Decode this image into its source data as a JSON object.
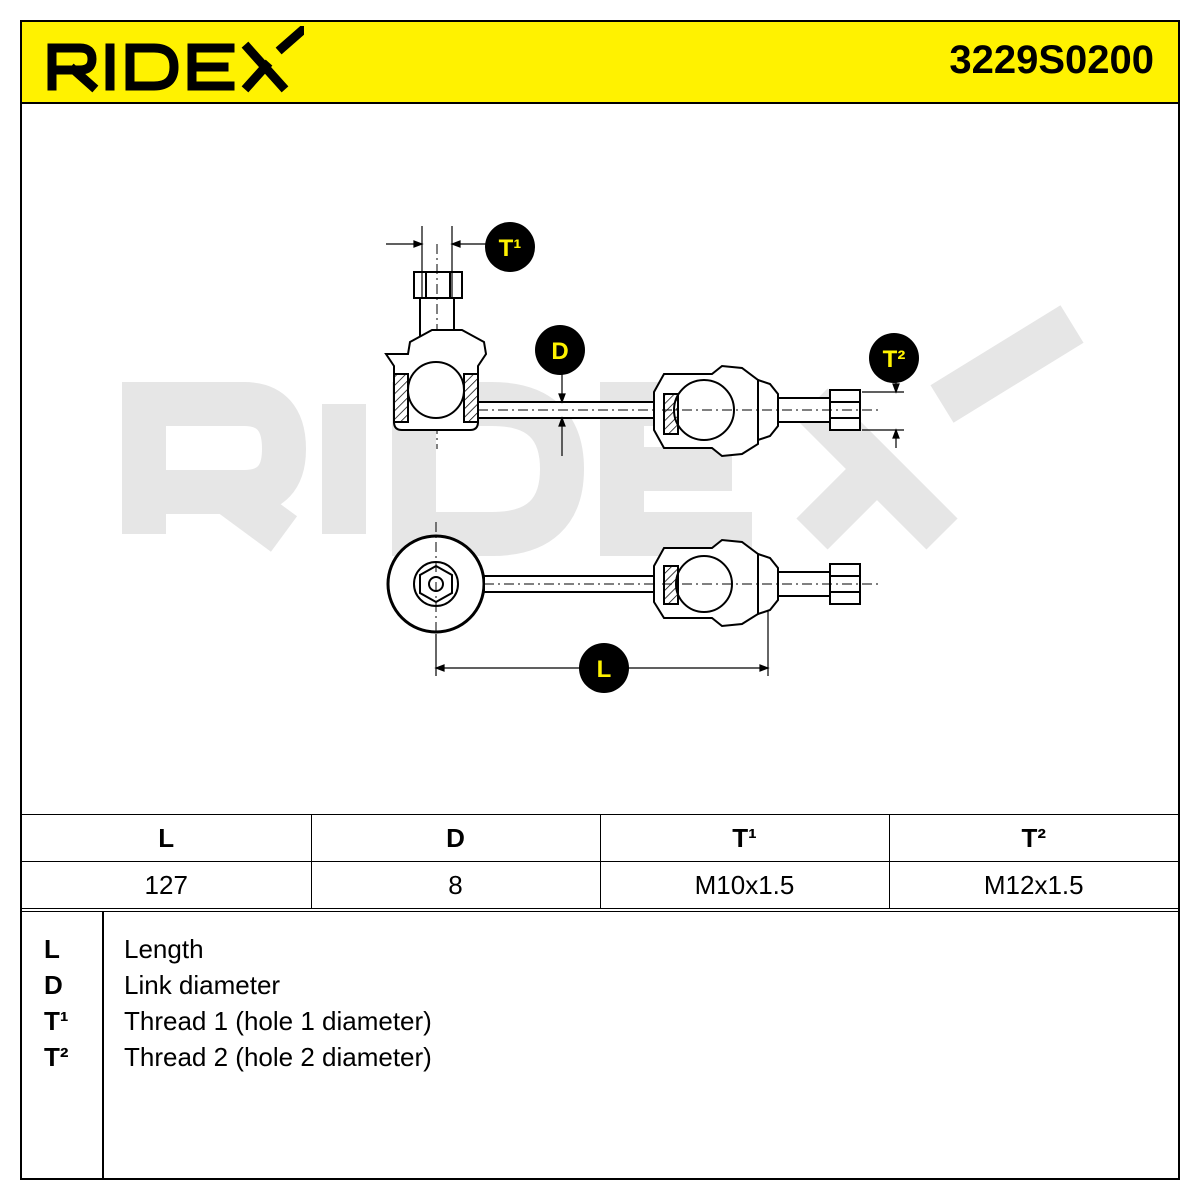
{
  "header": {
    "brand": "RIDEX",
    "part_number": "3229S0200"
  },
  "watermark": "RIDEX",
  "callouts": {
    "t1": "T¹",
    "d": "D",
    "t2": "T²",
    "l": "L"
  },
  "specs": {
    "headers": [
      "L",
      "D",
      "T¹",
      "T²"
    ],
    "values": [
      "127",
      "8",
      "M10x1.5",
      "M12x1.5"
    ]
  },
  "legend": [
    {
      "symbol": "L",
      "description": "Length"
    },
    {
      "symbol": "D",
      "description": "Link diameter"
    },
    {
      "symbol": "T¹",
      "description": "Thread 1 (hole 1 diameter)"
    },
    {
      "symbol": "T²",
      "description": "Thread 2 (hole 2 diameter)"
    }
  ],
  "colors": {
    "accent_yellow": "#FFF200",
    "watermark_gray": "#E6E6E6",
    "ink": "#000000"
  }
}
